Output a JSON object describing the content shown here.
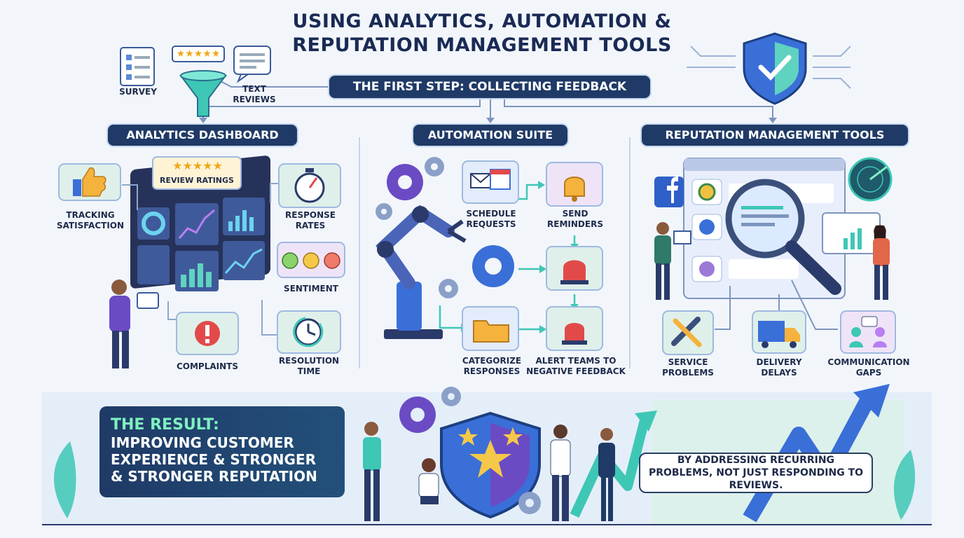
{
  "title_line1": "USING ANALYTICS, AUTOMATION &",
  "title_line2": "REPUTATION MANAGEMENT TOOLS",
  "first_step": "THE FIRST STEP: COLLECTING FEEDBACK",
  "feedback_sources": {
    "survey": "SURVEY",
    "text_reviews_1": "TEXT",
    "text_reviews_2": "REVIEWS",
    "stars": "★★★★★"
  },
  "sections": {
    "analytics": {
      "title": "ANALYTICS DASHBOARD",
      "review_ratings": "REVIEW RATINGS",
      "stars": "★★★★★",
      "tracking_1": "TRACKING",
      "tracking_2": "SATISFACTION",
      "response_1": "RESPONSE",
      "response_2": "RATES",
      "sentiment": "SENTIMENT",
      "complaints": "COMPLAINTS",
      "resolution_1": "RESOLUTION",
      "resolution_2": "TIME"
    },
    "automation": {
      "title": "AUTOMATION SUITE",
      "schedule_1": "SCHEDULE",
      "schedule_2": "REQUESTS",
      "send_1": "SEND",
      "send_2": "REMINDERS",
      "categorize_1": "CATEGORIZE",
      "categorize_2": "RESPONSES",
      "alert_1": "ALERT TEAMS TO",
      "alert_2": "NEGATIVE FEEDBACK"
    },
    "reputation": {
      "title": "REPUTATION MANAGEMENT TOOLS",
      "service_1": "SERVICE",
      "service_2": "PROBLEMS",
      "delivery_1": "DELIVERY",
      "delivery_2": "DELAYS",
      "comm_1": "COMMUNICATION",
      "comm_2": "GAPS"
    }
  },
  "result": {
    "heading": "THE RESULT:",
    "line1": "IMPROVING CUSTOMER",
    "line2": "EXPERIENCE & STRONGER",
    "line3": "& STRONGER REPUTATION"
  },
  "note": "BY ADDRESSING RECURRING PROBLEMS, NOT JUST RESPONDING TO REVIEWS.",
  "colors": {
    "navy": "#1f3a66",
    "accent_green": "#7ef0c0",
    "tile_mint": "#dff0ea",
    "tile_purple": "#efe4f7"
  }
}
